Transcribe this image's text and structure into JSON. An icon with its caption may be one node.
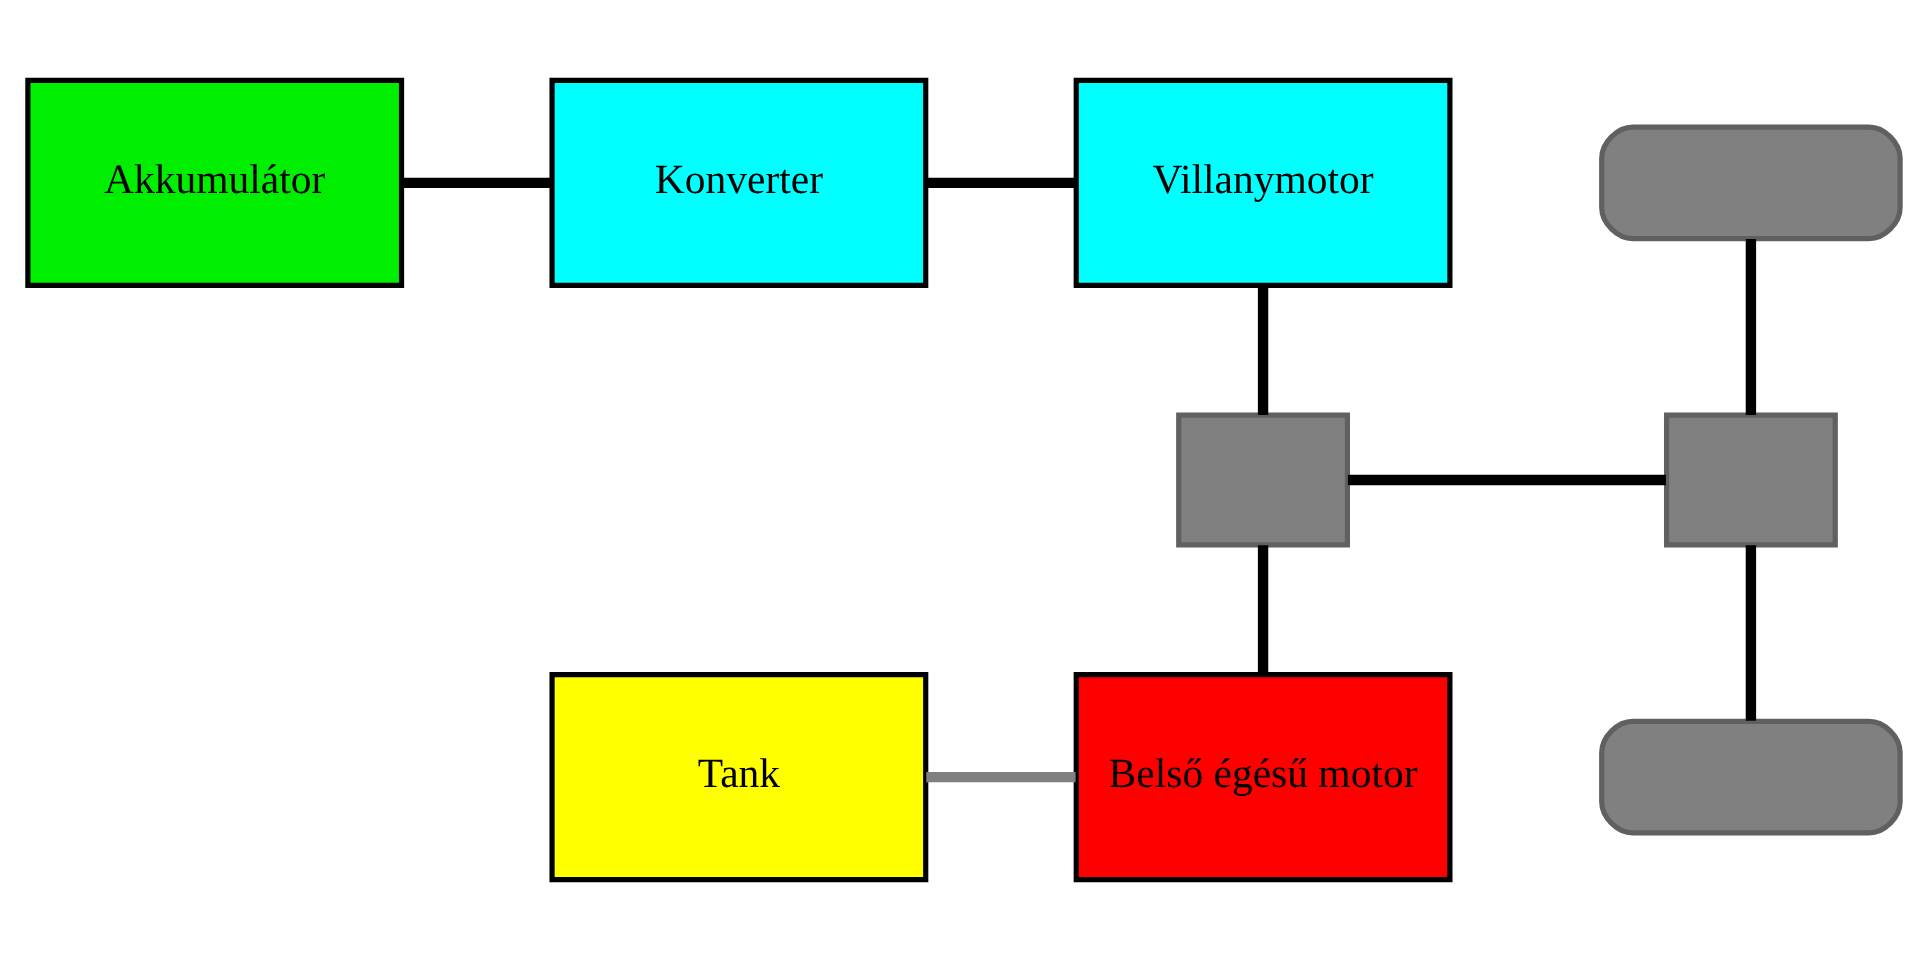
{
  "diagram": {
    "nodes": [
      {
        "text": [
          "Akkumulátor"
        ]
      },
      {
        "text": [
          "Konverter"
        ]
      },
      {
        "text": [
          "Villanymotor"
        ]
      },
      {
        "text": [],
        "shape": "box"
      },
      {
        "text": [],
        "shape": "box"
      },
      {
        "text": [],
        "shape": "box"
      },
      {
        "text": [
          "Tank"
        ]
      },
      {
        "text": [
          "Belső égésű motor"
        ]
      },
      {
        "text": [],
        "shape": "box"
      }
    ],
    "edges": [
      {
        "from": 0,
        "to": 1,
        "arrow": "none"
      },
      {
        "from": 1,
        "to": 2,
        "arrow": "none"
      },
      {
        "from": 2,
        "to": 4,
        "arrow": "none"
      },
      {
        "from": 4,
        "to": 5,
        "arrow": "none"
      },
      {
        "from": 4,
        "to": 7,
        "arrow": "none"
      },
      {
        "from": 3,
        "to": 5,
        "arrow": "none"
      },
      {
        "from": 5,
        "to": 8,
        "arrow": "none"
      },
      {
        "from": 6,
        "to": 7,
        "arrow": "none",
        "color": "#808080"
      }
    ]
  }
}
